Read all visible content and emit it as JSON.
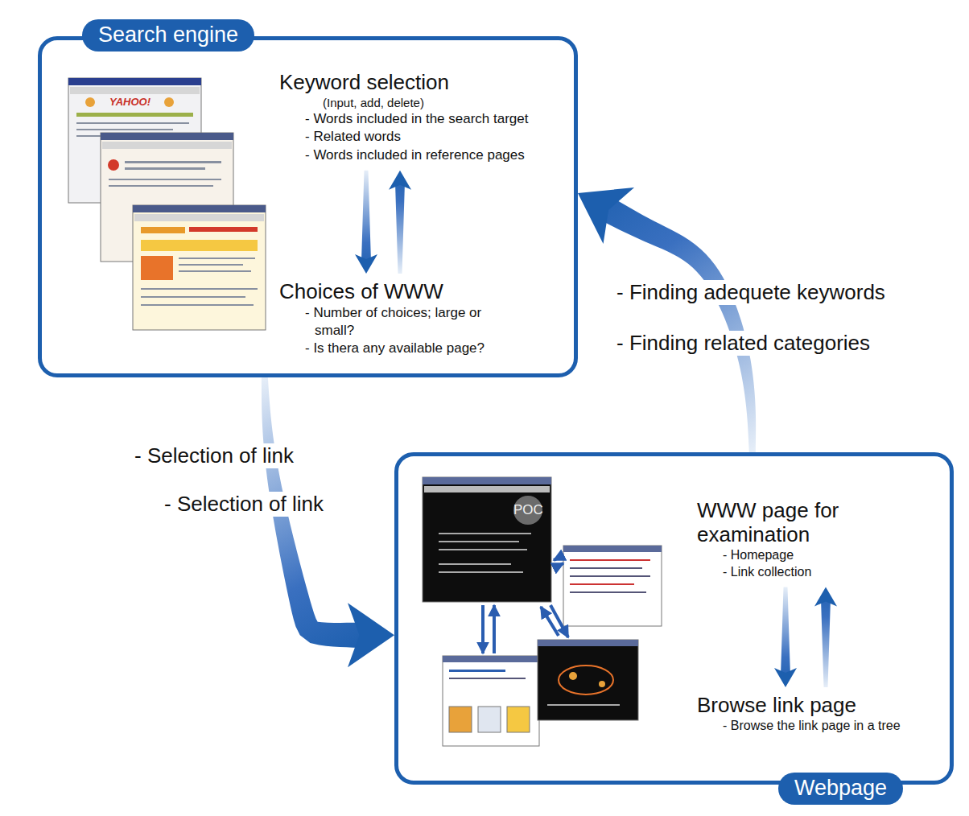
{
  "diagram": {
    "nodes": [
      {
        "text": [
          "Search engine"
        ]
      },
      {
        "text": [
          "Keyword selection",
          "(Input, add, delete)",
          "- Words included in the search target",
          "- Related words",
          "- Words included in reference pages"
        ],
        "in": 0
      },
      {
        "text": [
          "Choices of WWW",
          "- Number of choices; large or small?",
          "- Is thera any available page?"
        ],
        "in": 0
      },
      {
        "text": [
          "Webpage"
        ]
      },
      {
        "text": [
          "WWW page for examination",
          "- Homepage",
          "- Link collection"
        ],
        "in": 3
      },
      {
        "text": [
          "Browse link page",
          "- Browse the link page in a tree"
        ],
        "in": 3
      }
    ],
    "edges": [
      {
        "from": 0,
        "to": 3,
        "arrow": "to",
        "label": "- Selection of link"
      },
      {
        "from": 3,
        "to": 0,
        "arrow": "to",
        "label": "- Finding adequete keywords"
      },
      {
        "from": 1,
        "to": 2,
        "arrow": "to"
      },
      {
        "from": 2,
        "to": 1,
        "arrow": "to"
      },
      {
        "from": 4,
        "to": 5,
        "arrow": "to"
      },
      {
        "from": 5,
        "to": 4,
        "arrow": "to"
      }
    ],
    "labels": [
      "- Selection of link",
      "- Finding related categories",
      "YAHOO!",
      "POC"
    ]
  }
}
